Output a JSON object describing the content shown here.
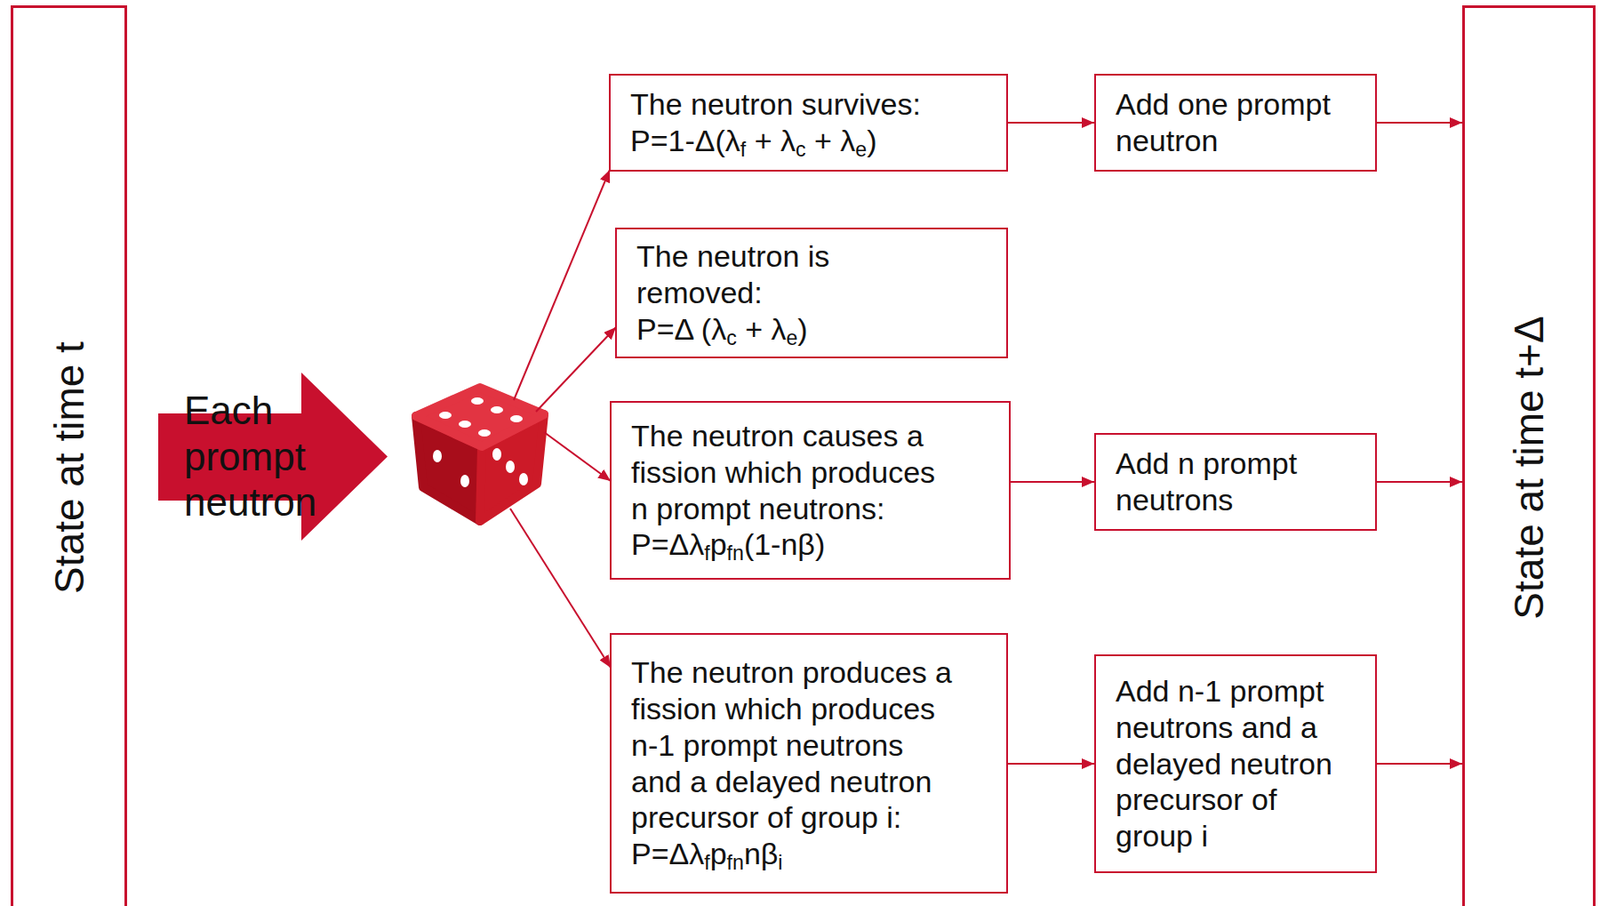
{
  "diagram": {
    "nodes": [
      {
        "text": [
          "State at time t"
        ]
      },
      {
        "text": [
          "Each prompt neutron"
        ]
      },
      {
        "text": [
          "The neutron survives:",
          "P=1-Δ(λf + λc + λe)"
        ]
      },
      {
        "text": [
          "The neutron is removed:",
          "P=Δ (λc + λe)"
        ]
      },
      {
        "text": [
          "The neutron causes a fission which produces n prompt neutrons:",
          "P=Δλfpfn(1-nβ)"
        ]
      },
      {
        "text": [
          "The neutron produces a fission which produces n-1 prompt neutrons and a delayed neutron precursor of group i:",
          "P=Δλfpfnnβi"
        ]
      },
      {
        "text": [
          "Add one prompt neutron"
        ]
      },
      {
        "text": [
          "Add n prompt neutrons"
        ]
      },
      {
        "text": [
          "Add n-1 prompt neutrons and a delayed neutron precursor of group i"
        ]
      },
      {
        "text": [
          "State at time t+Δ"
        ]
      }
    ],
    "edges": [
      {
        "from": 2,
        "to": 6,
        "arrow": "to"
      },
      {
        "from": 4,
        "to": 7,
        "arrow": "to"
      },
      {
        "from": 5,
        "to": 8,
        "arrow": "to"
      },
      {
        "from": 6,
        "to": 9,
        "arrow": "to"
      },
      {
        "from": 7,
        "to": 9,
        "arrow": "to"
      },
      {
        "from": 8,
        "to": 9,
        "arrow": "to"
      }
    ]
  }
}
